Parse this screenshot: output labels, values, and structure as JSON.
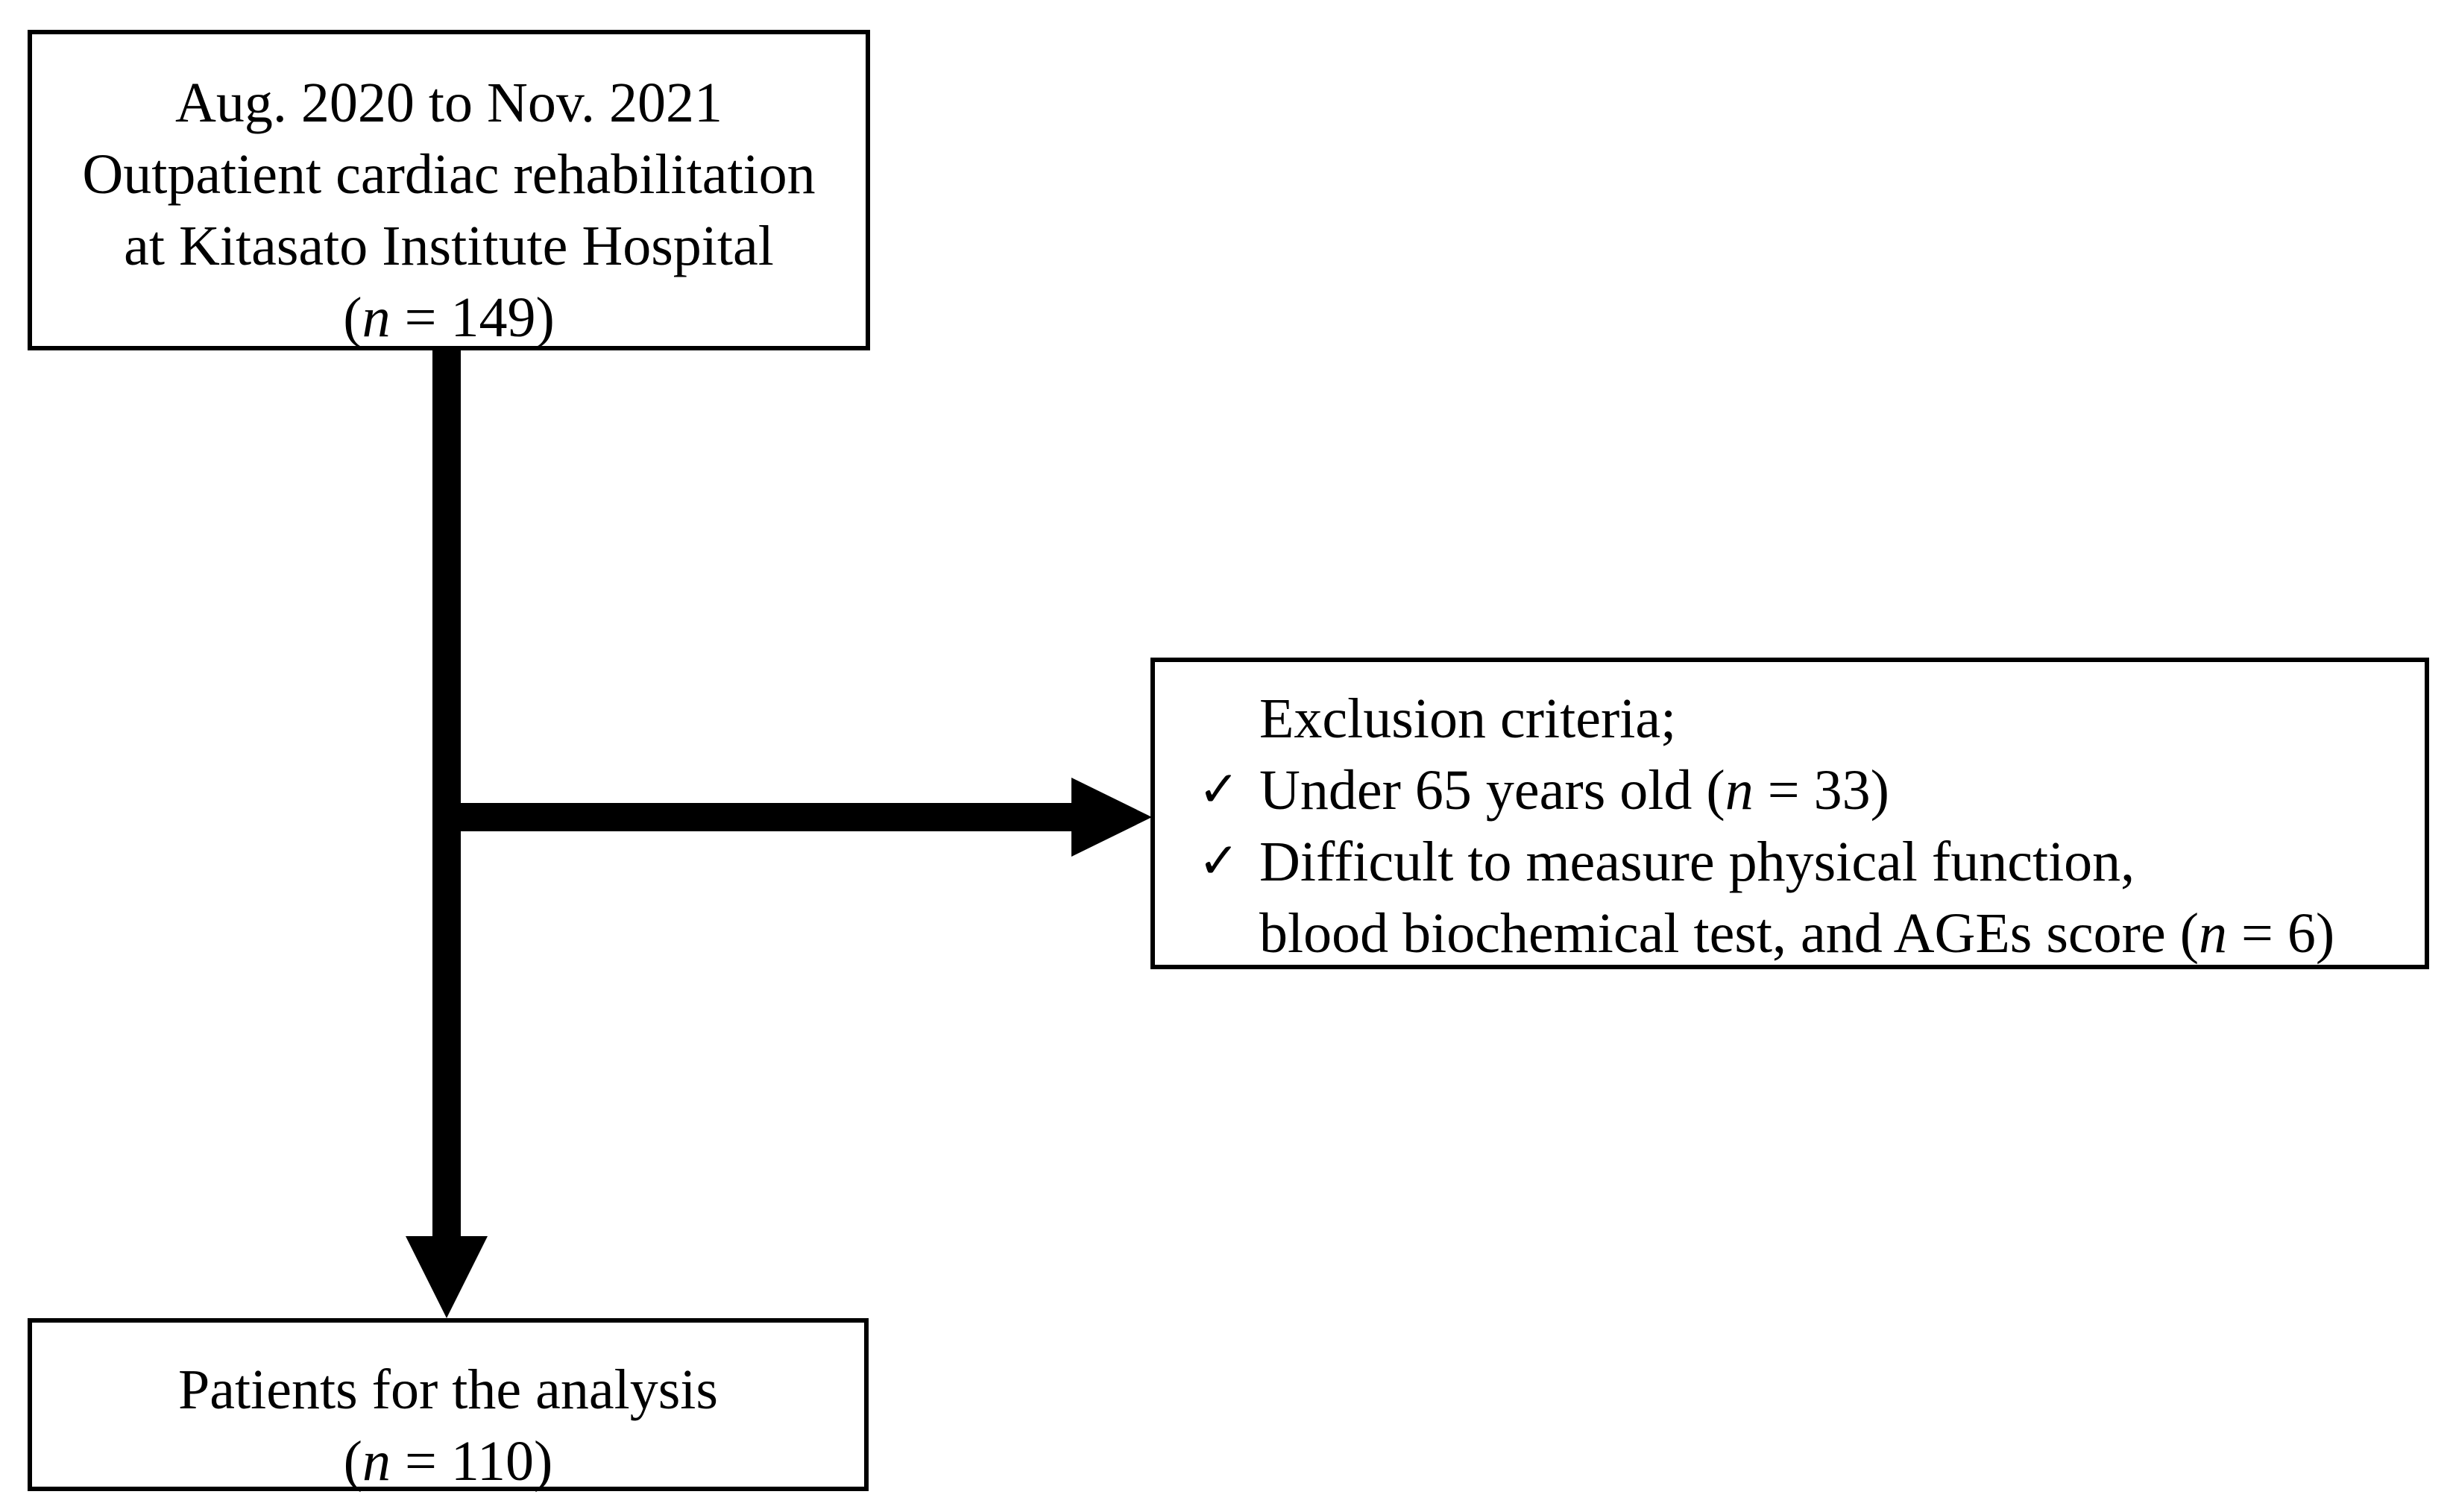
{
  "diagram": {
    "type": "participant-flow-chart",
    "source_box": {
      "lines": [
        "Aug. 2020 to Nov. 2021",
        "Outpatient cardiac rehabilitation",
        "at Kitasato Institute Hospital"
      ],
      "count_prefix": "(",
      "count_italic": "n",
      "count_equals": " = ",
      "count_value": "149",
      "count_suffix": ")"
    },
    "exclusion_box": {
      "heading": "Exclusion criteria;",
      "check_icon": "✓",
      "items": [
        {
          "text": "Under 65 years old (",
          "italic_n": "n",
          "equals": " = ",
          "value": "33",
          "suffix": ")",
          "second_line": ""
        },
        {
          "text": "Difficult to measure physical function,",
          "second_line": "blood biochemical test, and AGEs score (",
          "italic_n": "n",
          "equals": " = ",
          "value": "6",
          "suffix": ")"
        }
      ]
    },
    "analysis_box": {
      "lines": [
        "Patients for the analysis"
      ],
      "count_prefix": "(",
      "count_italic": "n",
      "count_equals": " = ",
      "count_value": "110",
      "count_suffix": ")"
    },
    "colors": {
      "stroke": "#000000",
      "background": "#ffffff"
    }
  }
}
